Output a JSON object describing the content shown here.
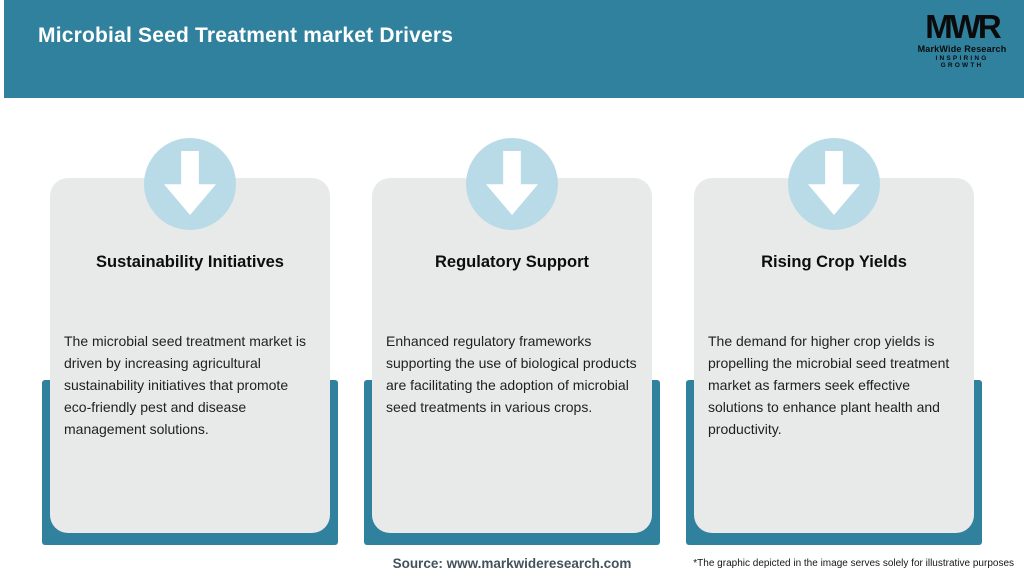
{
  "header": {
    "title": "Microbial Seed Treatment market Drivers",
    "logo": {
      "acronym": "MWR",
      "name": "MarkWide Research",
      "tagline": "INSPIRING GROWTH"
    }
  },
  "cards": [
    {
      "icon": "down-arrow-icon",
      "title": "Sustainability Initiatives",
      "body": "The microbial seed treatment market is driven by increasing agricultural sustainability initiatives that promote eco-friendly pest and disease management solutions."
    },
    {
      "icon": "down-arrow-icon",
      "title": "Regulatory Support",
      "body": "Enhanced regulatory frameworks supporting the use of biological products are facilitating the adoption of microbial seed treatments in various crops."
    },
    {
      "icon": "down-arrow-icon",
      "title": "Rising Crop Yields",
      "body": "The demand for higher crop yields is propelling the microbial seed treatment market as farmers seek effective solutions to enhance plant health and productivity."
    }
  ],
  "footer": {
    "source": "Source: www.markwideresearch.com",
    "disclaimer": "*The graphic depicted in the image serves solely for illustrative purposes"
  },
  "colors": {
    "header-bg": "#2f819d",
    "accent-teal": "#2f819d",
    "circle-blue": "#b9dbe7",
    "card-bg": "#e8eaea"
  }
}
